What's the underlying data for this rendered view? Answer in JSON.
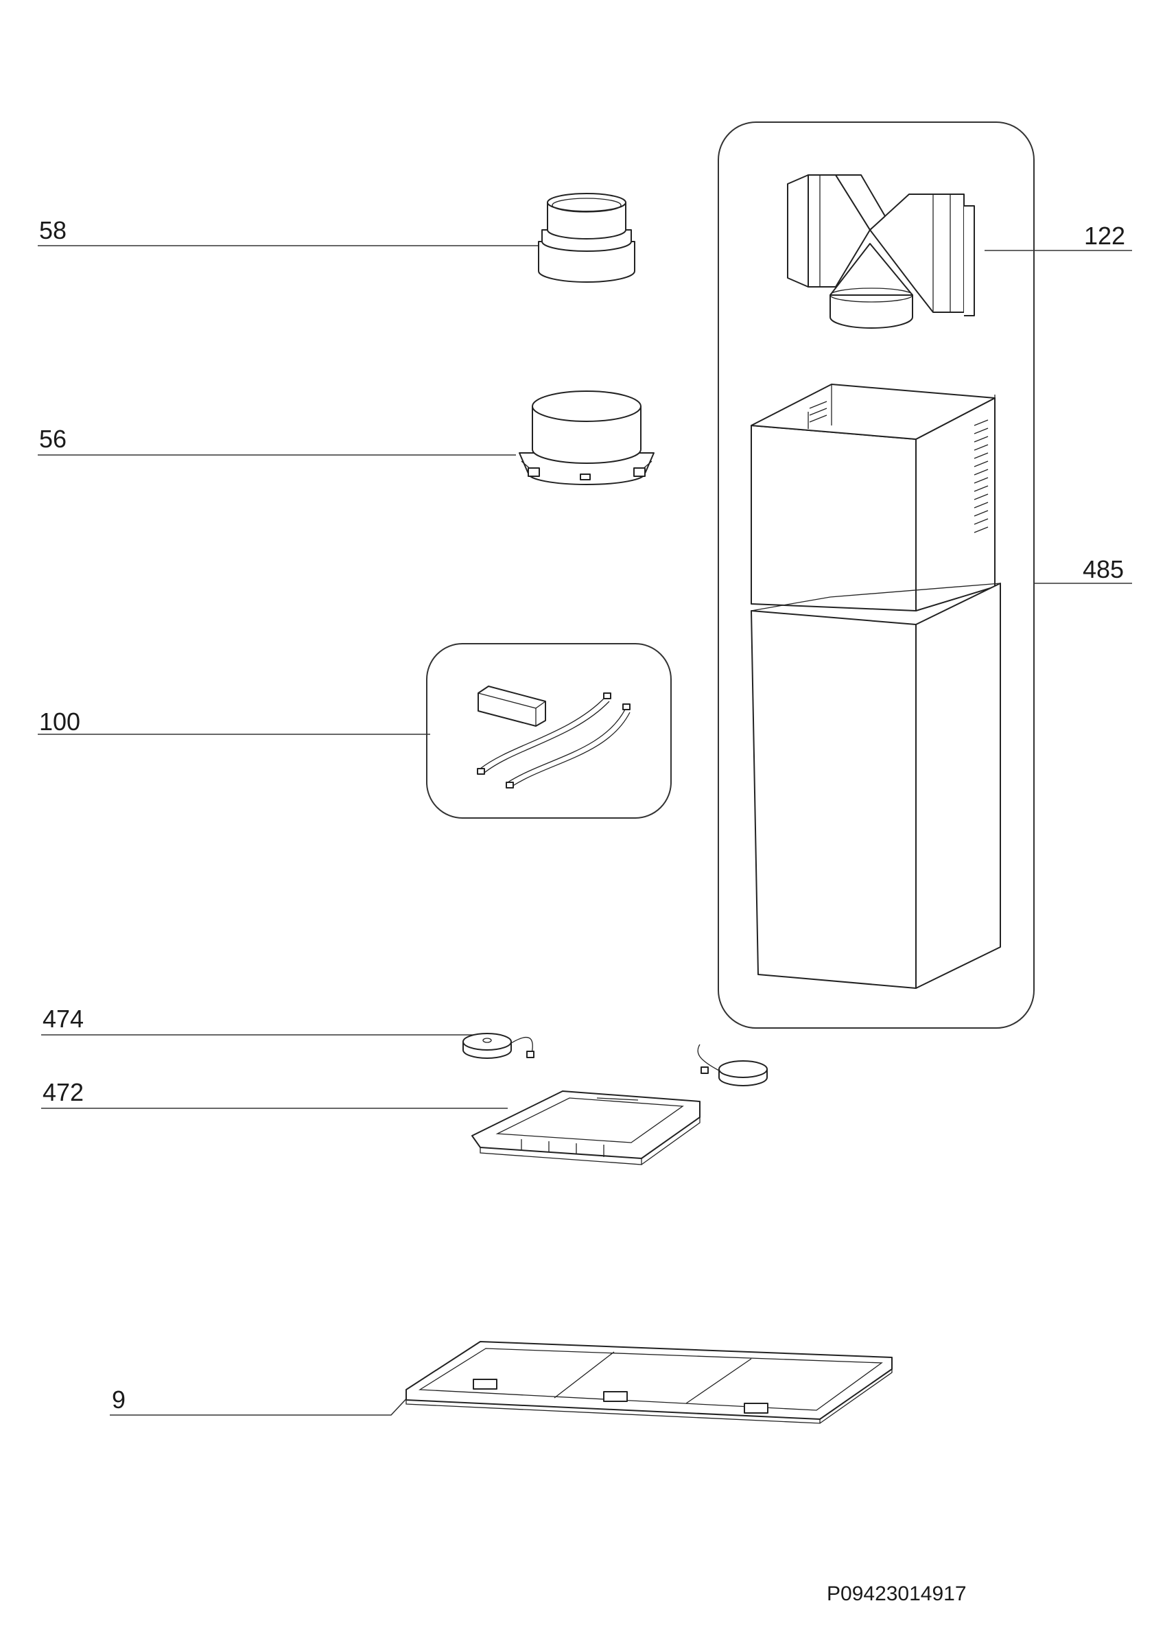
{
  "diagram": {
    "callouts": {
      "p58": "58",
      "p56": "56",
      "p100": "100",
      "p122": "122",
      "p485": "485",
      "p474": "474",
      "p472": "472",
      "p9": "9"
    },
    "document_number": "P09423014917"
  }
}
